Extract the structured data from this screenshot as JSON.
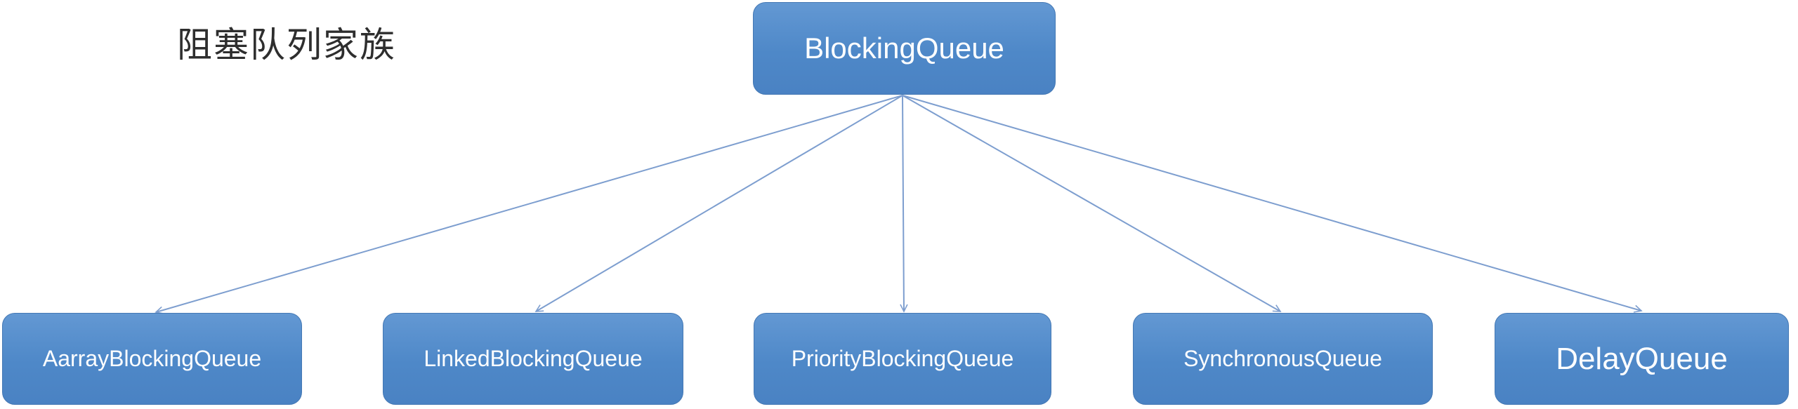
{
  "title": "阻塞队列家族",
  "diagram": {
    "root": {
      "label": "BlockingQueue"
    },
    "children": [
      {
        "label": "AarrayBlockingQueue"
      },
      {
        "label": "LinkedBlockingQueue"
      },
      {
        "label": "PriorityBlockingQueue"
      },
      {
        "label": "SynchronousQueue"
      },
      {
        "label": "DelayQueue"
      }
    ]
  },
  "colors": {
    "background": "#ffffff",
    "node-fill-top": "#6398d3",
    "node-fill-bottom": "#4a82c3",
    "node-border": "#4478b4",
    "node-text": "#fdfeff",
    "connector": "#7d9ecf",
    "title-text": "#2e2e2e"
  }
}
